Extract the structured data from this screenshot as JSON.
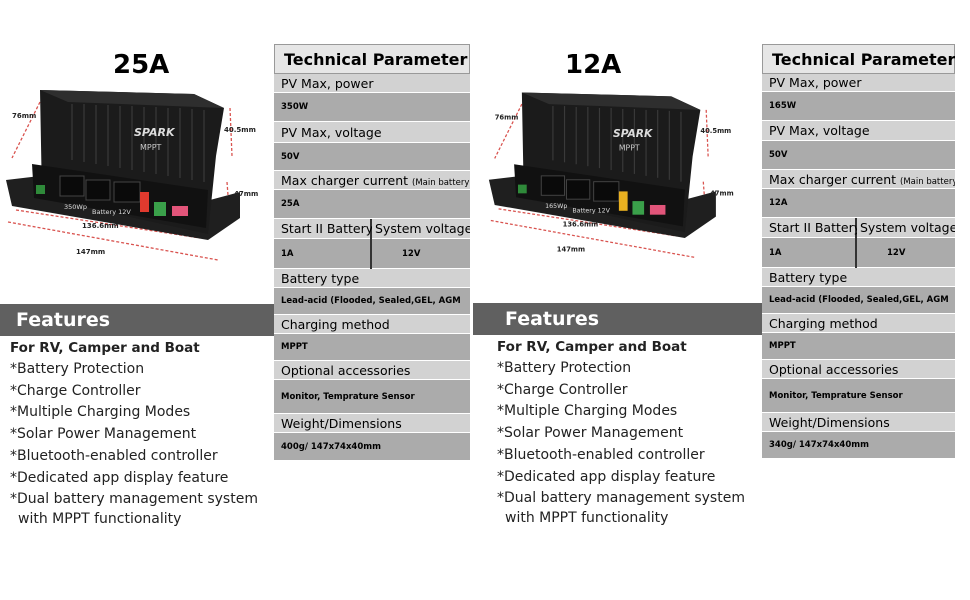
{
  "left": {
    "title": "25A",
    "product": {
      "brand": "SPARK",
      "label": "MPPT",
      "pv_port_label": "350Wp",
      "battery_port_label": "Battery 12V",
      "dims": {
        "depth": "76mm",
        "height": "40.5mm",
        "side": "47mm",
        "width": "136.6mm",
        "length": "147mm"
      }
    },
    "features": {
      "heading": "Features",
      "subheading": "For RV, Camper and Boat",
      "items": [
        "*Battery Protection",
        "*Charge Controller",
        "*Multiple Charging Modes",
        "*Solar Power Management",
        "*Bluetooth-enabled controller",
        "*Dedicated app display feature",
        "*Dual battery management system"
      ],
      "continuation": "with MPPT functionality"
    },
    "spec": {
      "heading": "Technical Parameter",
      "pv_power_label": "PV Max, power",
      "pv_power_value": "350W",
      "pv_voltage_label": "PV Max, voltage",
      "pv_voltage_value": "50V",
      "charger_current_label": "Max charger current",
      "charger_current_note": "(Main battery)",
      "charger_current_value": "25A",
      "start_battery_label": "Start II Battery",
      "start_battery_value": "1A",
      "system_voltage_label": "System voltage",
      "system_voltage_value": "12V",
      "battery_type_label": "Battery type",
      "battery_type_value": "Lead-acid (Flooded, Sealed,GEL, AGM",
      "charging_method_label": "Charging method",
      "charging_method_value": "MPPT",
      "accessories_label": "Optional accessories",
      "accessories_value": "Monitor, Temprature Sensor",
      "weight_label": "Weight/Dimensions",
      "weight_value": "400g/ 147x74x40mm"
    }
  },
  "right": {
    "title": "12A",
    "product": {
      "brand": "SPARK",
      "label": "MPPT",
      "pv_port_label": "165Wp",
      "battery_port_label": "Battery 12V",
      "dims": {
        "depth": "76mm",
        "height": "40.5mm",
        "side": "47mm",
        "width": "136.6mm",
        "length": "147mm"
      }
    },
    "features": {
      "heading": "Features",
      "subheading": "For RV, Camper and Boat",
      "items": [
        "*Battery Protection",
        "*Charge Controller",
        "*Multiple Charging Modes",
        "*Solar Power Management",
        "*Bluetooth-enabled controller",
        "*Dedicated app display feature",
        "*Dual battery management system"
      ],
      "continuation": "with MPPT functionality"
    },
    "spec": {
      "heading": "Technical Parameter",
      "pv_power_label": "PV Max, power",
      "pv_power_value": "165W",
      "pv_voltage_label": "PV Max, voltage",
      "pv_voltage_value": "50V",
      "charger_current_label": "Max charger current",
      "charger_current_note": "(Main battery)",
      "charger_current_value": "12A",
      "start_battery_label": "Start II Battery",
      "start_battery_value": "1A",
      "system_voltage_label": "System voltage",
      "system_voltage_value": "12V",
      "battery_type_label": "Battery type",
      "battery_type_value": "Lead-acid (Flooded, Sealed,GEL, AGM",
      "charging_method_label": "Charging method",
      "charging_method_value": "MPPT",
      "accessories_label": "Optional accessories",
      "accessories_value": "Monitor, Temprature Sensor",
      "weight_label": "Weight/Dimensions",
      "weight_value": "340g/ 147x74x40mm"
    }
  },
  "colors": {
    "feature_bar": "#606060",
    "spec_label": "#d2d2d2",
    "spec_value": "#ababab",
    "dimension_line": "#d9534f",
    "device_body": "#1b1b1b",
    "fuse_left": "#e03a2e",
    "fuse_right": "#e8b020",
    "terminal_block": "#3aa04a",
    "dip_switch": "#e2557a"
  }
}
